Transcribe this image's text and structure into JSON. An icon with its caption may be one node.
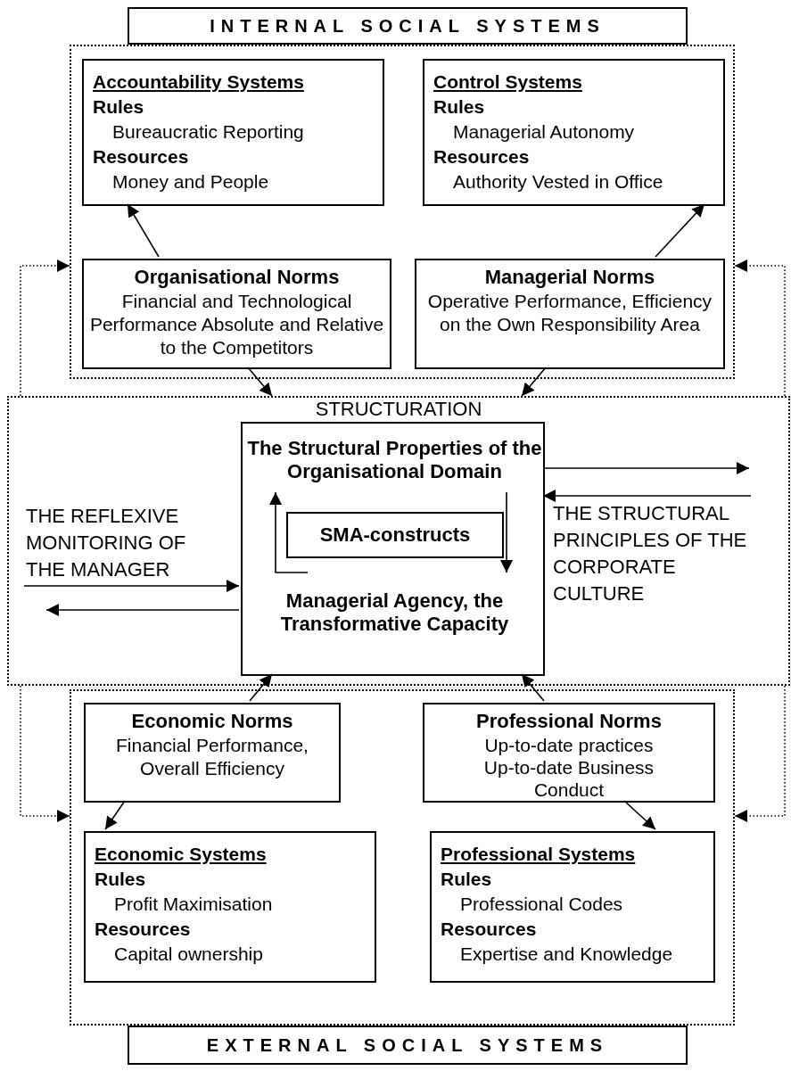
{
  "diagram": {
    "nodes": [
      {
        "text": [
          "INTERNAL SOCIAL SYSTEMS"
        ]
      },
      {
        "text": [
          "Accountability Systems",
          "Rules",
          "Bureaucratic Reporting",
          "Resources",
          "Money and People"
        ],
        "in": 0
      },
      {
        "text": [
          "Control Systems",
          "Rules",
          "Managerial Autonomy",
          "Resources",
          "Authority Vested in Office"
        ],
        "in": 0
      },
      {
        "text": [
          "Organisational Norms",
          "Financial and Technological Performance Absolute and Relative to the Competitors"
        ],
        "in": 0
      },
      {
        "text": [
          "Managerial Norms",
          "Operative Performance, Efficiency on the Own Responsibility Area"
        ],
        "in": 0
      },
      {
        "text": [
          "STRUCTURATION"
        ]
      },
      {
        "text": [],
        "shape": "box",
        "in": 5
      },
      {
        "text": [
          "The Structural Properties of the Organisational Domain"
        ],
        "in": 6
      },
      {
        "text": [
          "SMA-constructs"
        ],
        "in": 6
      },
      {
        "text": [
          "Managerial Agency, the Transformative Capacity"
        ],
        "in": 6
      },
      {
        "text": [
          "THE REFLEXIVE MONITORING OF THE MANAGER"
        ],
        "in": 5
      },
      {
        "text": [
          "THE STRUCTURAL PRINCIPLES OF THE CORPORATE CULTURE"
        ],
        "in": 5
      },
      {
        "text": [
          "EXTERNAL SOCIAL SYSTEMS"
        ]
      },
      {
        "text": [
          "Economic Norms",
          "Financial Performance, Overall Efficiency"
        ],
        "in": 12
      },
      {
        "text": [
          "Professional Norms",
          "Up-to-date practices",
          "Up-to-date Business Conduct"
        ],
        "in": 12
      },
      {
        "text": [
          "Economic Systems",
          "Rules",
          "Profit Maximisation",
          "Resources",
          "Capital ownership"
        ],
        "in": 12
      },
      {
        "text": [
          "Professional Systems",
          "Rules",
          "Professional Codes",
          "Resources",
          "Expertise and Knowledge"
        ],
        "in": 12
      }
    ],
    "edges": [
      {
        "from": 3,
        "to": 1,
        "arrow": "to"
      },
      {
        "from": 4,
        "to": 2,
        "arrow": "to"
      },
      {
        "from": 3,
        "to": 5,
        "arrow": "to"
      },
      {
        "from": 4,
        "to": 5,
        "arrow": "to"
      },
      {
        "from": 9,
        "to": 7,
        "arrow": "to"
      },
      {
        "from": 7,
        "to": 9,
        "arrow": "to"
      },
      {
        "from": 10,
        "to": 6,
        "arrow": "to"
      },
      {
        "from": 6,
        "to": 10,
        "arrow": "to"
      },
      {
        "from": 6,
        "to": 11,
        "arrow": "to"
      },
      {
        "from": 11,
        "to": 6,
        "arrow": "to"
      },
      {
        "from": 13,
        "to": 6,
        "arrow": "to"
      },
      {
        "from": 14,
        "to": 6,
        "arrow": "to"
      },
      {
        "from": 13,
        "to": 15,
        "arrow": "to"
      },
      {
        "from": 14,
        "to": 16,
        "arrow": "to"
      },
      {
        "from": 5,
        "to": 0,
        "arrow": "to",
        "style": "dashed"
      },
      {
        "from": 5,
        "to": 12,
        "arrow": "to",
        "style": "dashed"
      },
      {
        "from": 5,
        "to": 0,
        "arrow": "to",
        "style": "dashed"
      },
      {
        "from": 5,
        "to": 12,
        "arrow": "to",
        "style": "dashed"
      }
    ]
  }
}
